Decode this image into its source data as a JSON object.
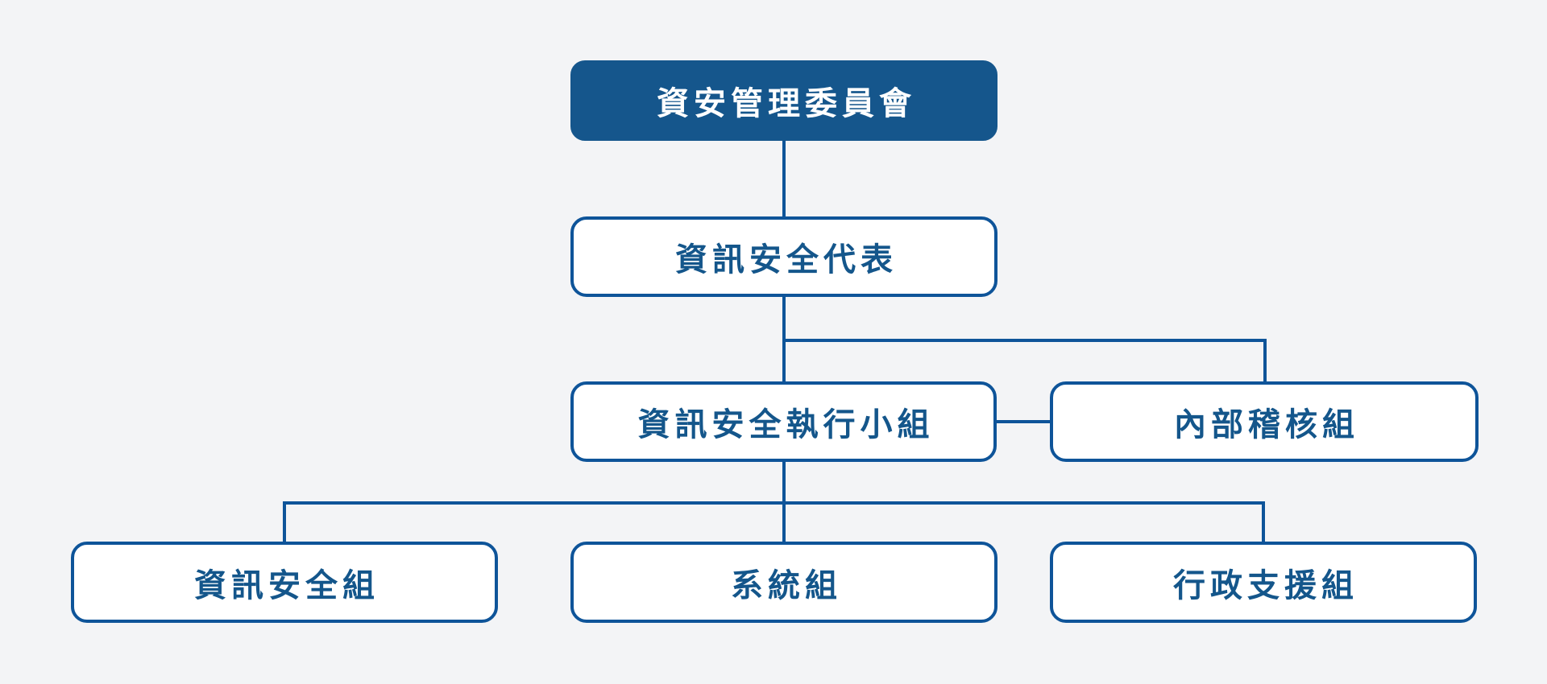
{
  "canvas": {
    "background_color": "#f3f4f6",
    "accent_blue": "#0e5499",
    "root_fill_color": "#15568c",
    "root_text_color": "#ffffff",
    "node_text_color": "#14568b"
  },
  "org_chart": {
    "type": "org-tree",
    "nodes": [
      {
        "id": "committee",
        "label": "資安管理委員會",
        "level": 1,
        "style": "filled"
      },
      {
        "id": "representative",
        "label": "資訊安全代表",
        "level": 2,
        "style": "outlined"
      },
      {
        "id": "exec-team",
        "label": "資訊安全執行小組",
        "level": 3,
        "style": "outlined"
      },
      {
        "id": "internal-audit",
        "label": "內部稽核組",
        "level": 3,
        "style": "outlined"
      },
      {
        "id": "infosec-group",
        "label": "資訊安全組",
        "level": 4,
        "style": "outlined"
      },
      {
        "id": "system-group",
        "label": "系統組",
        "level": 4,
        "style": "outlined"
      },
      {
        "id": "admin-support-group",
        "label": "行政支援組",
        "level": 4,
        "style": "outlined"
      }
    ],
    "edges": [
      {
        "from": "committee",
        "to": "representative",
        "type": "vertical"
      },
      {
        "from": "representative",
        "to": "exec-team",
        "type": "vertical"
      },
      {
        "from": "representative",
        "to": "internal-audit",
        "type": "branch"
      },
      {
        "from": "exec-team",
        "to": "internal-audit",
        "type": "lateral"
      },
      {
        "from": "exec-team",
        "to": "infosec-group",
        "type": "branch"
      },
      {
        "from": "exec-team",
        "to": "system-group",
        "type": "branch"
      },
      {
        "from": "exec-team",
        "to": "admin-support-group",
        "type": "branch"
      }
    ]
  }
}
